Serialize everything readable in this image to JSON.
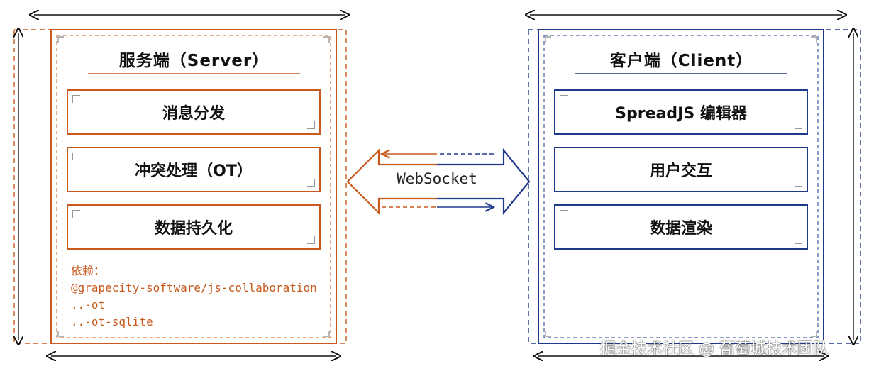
{
  "server": {
    "title": "服务端（Server）",
    "modules": [
      "消息分发",
      "冲突处理（OT）",
      "数据持久化"
    ],
    "deps": {
      "label": "依赖：",
      "items": [
        "@grapecity-software/js-collaboration",
        "..-ot",
        "..-ot-sqlite"
      ]
    }
  },
  "client": {
    "title": "客户端（Client）",
    "modules": [
      "SpreadJS 编辑器",
      "用户交互",
      "数据渲染"
    ]
  },
  "connection": {
    "label": "WebSocket"
  },
  "watermark": "掘金技术社区 @ 葡萄城技术团队",
  "colors": {
    "server": "#c85a1e",
    "client": "#1f3a8a",
    "dimension": "#111111"
  }
}
